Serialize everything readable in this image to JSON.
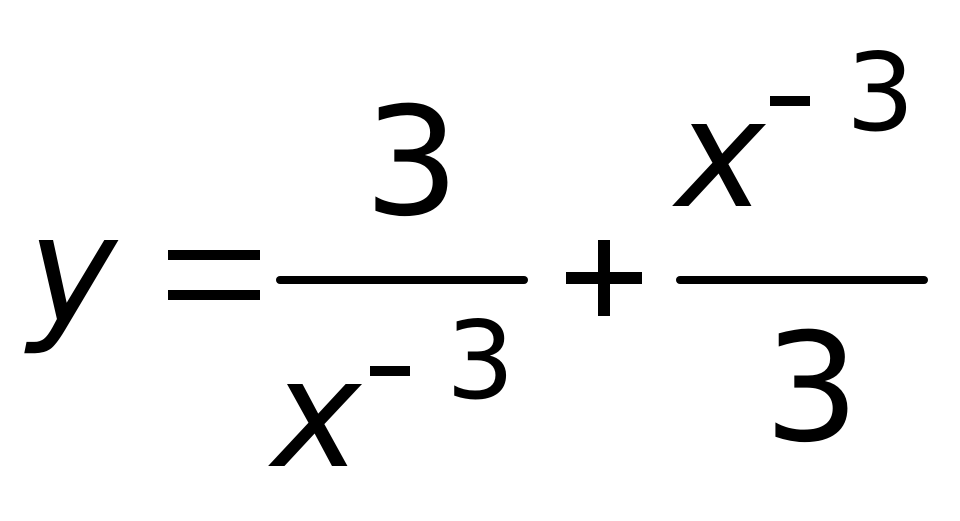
{
  "formula": {
    "lhs_var": "y",
    "relation": "=",
    "term1": {
      "numerator": "3",
      "denominator_base": "x",
      "denominator_exp_sign": "-",
      "denominator_exp_value": "3"
    },
    "operator": "+",
    "term2": {
      "numerator_base": "x",
      "numerator_exp_sign": "-",
      "numerator_exp_value": "3",
      "denominator": "3"
    }
  }
}
